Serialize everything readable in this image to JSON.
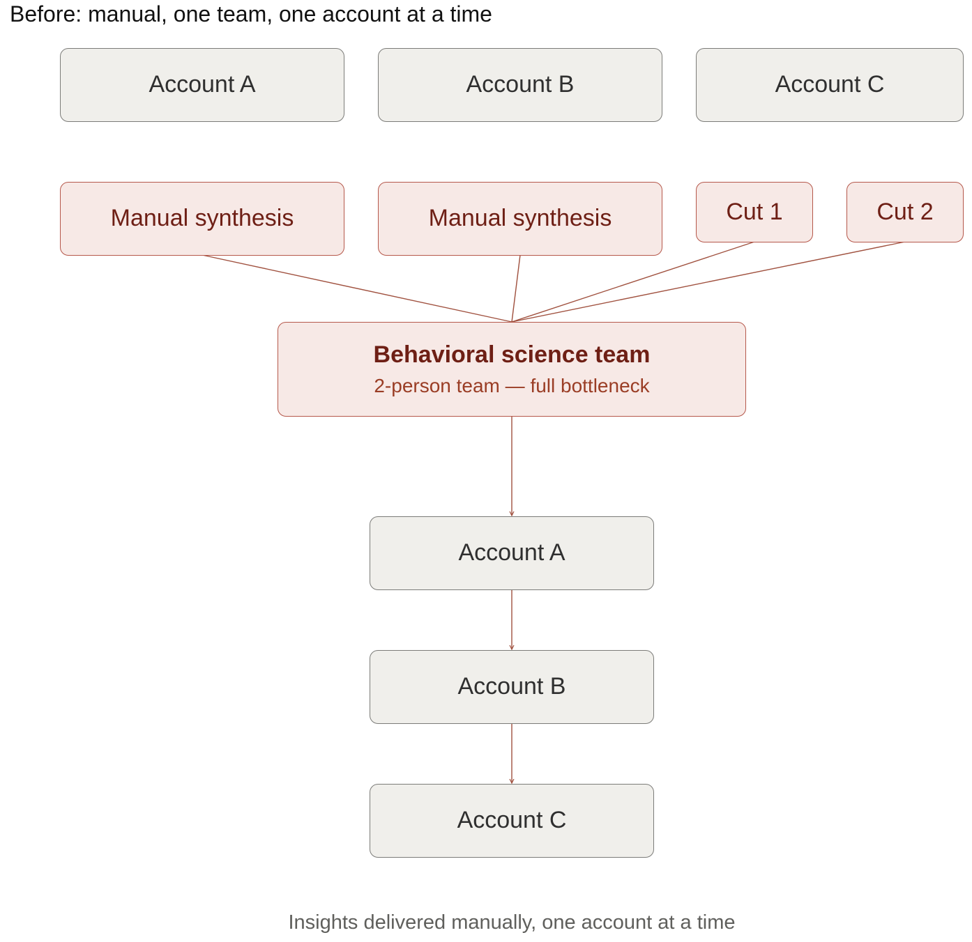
{
  "title": "Before: manual, one team, one account at a time",
  "top_accounts": [
    "Account A",
    "Account B",
    "Account C"
  ],
  "inputs": [
    "Manual synthesis",
    "Manual synthesis",
    "Cut 1",
    "Cut 2"
  ],
  "team": {
    "label": "Behavioral science team",
    "sublabel": "2-person team — full bottleneck"
  },
  "outputs": [
    "Account A",
    "Account B",
    "Account C"
  ],
  "caption": "Insights delivered manually, one account at a time",
  "colors": {
    "neutral_fill": "#f0efeb",
    "neutral_stroke": "#7b7b78",
    "accent_fill": "#f7e9e6",
    "accent_stroke": "#b5574a",
    "accent_text": "#6e1f15",
    "connector": "#a0513f"
  }
}
